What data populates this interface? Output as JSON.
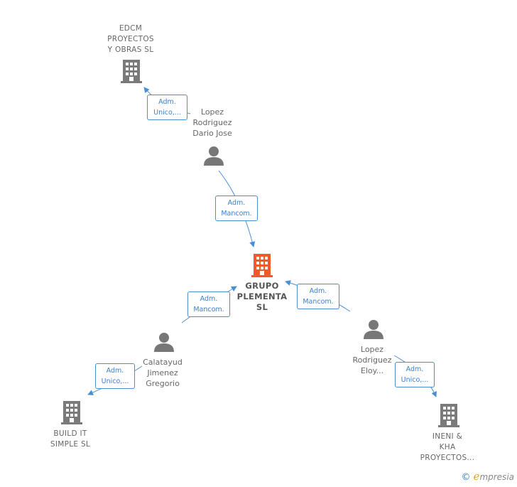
{
  "nodes": {
    "edcm": {
      "line1": "EDCM",
      "line2": "PROYECTOS",
      "line3": "Y OBRAS  SL"
    },
    "center": {
      "line1": "GRUPO",
      "line2": "PLEMENTA",
      "line3": "SL"
    },
    "build_it": {
      "line1": "BUILD IT",
      "line2": "SIMPLE  SL"
    },
    "ineni": {
      "line1": "INENI &",
      "line2": "KHA",
      "line3": "PROYECTOS..."
    },
    "lopez_dario": {
      "line1": "Lopez",
      "line2": "Rodriguez",
      "line3": "Dario Jose"
    },
    "calatayud": {
      "line1": "Calatayud",
      "line2": "Jimenez",
      "line3": "Gregorio"
    },
    "lopez_eloy": {
      "line1": "Lopez",
      "line2": "Rodriguez",
      "line3": "Eloy..."
    }
  },
  "relations": {
    "dario_edcm": {
      "line1": "Adm.",
      "line2": "Unico,..."
    },
    "dario_center": {
      "line1": "Adm.",
      "line2": "Mancom."
    },
    "calatayud_center": {
      "line1": "Adm.",
      "line2": "Mancom."
    },
    "eloy_center": {
      "line1": "Adm.",
      "line2": "Mancom."
    },
    "calatayud_build": {
      "line1": "Adm.",
      "line2": "Unico,..."
    },
    "eloy_ineni": {
      "line1": "Adm.",
      "line2": "Unico,..."
    }
  },
  "footer": {
    "copyright": "©",
    "brand_e": "e",
    "brand_rest": "mpresia"
  },
  "colors": {
    "company": "#7a7a7a",
    "center": "#f05a28",
    "person": "#777777",
    "link": "#4a8fd6"
  },
  "icons": {
    "company": "building-icon",
    "person": "person-icon"
  }
}
